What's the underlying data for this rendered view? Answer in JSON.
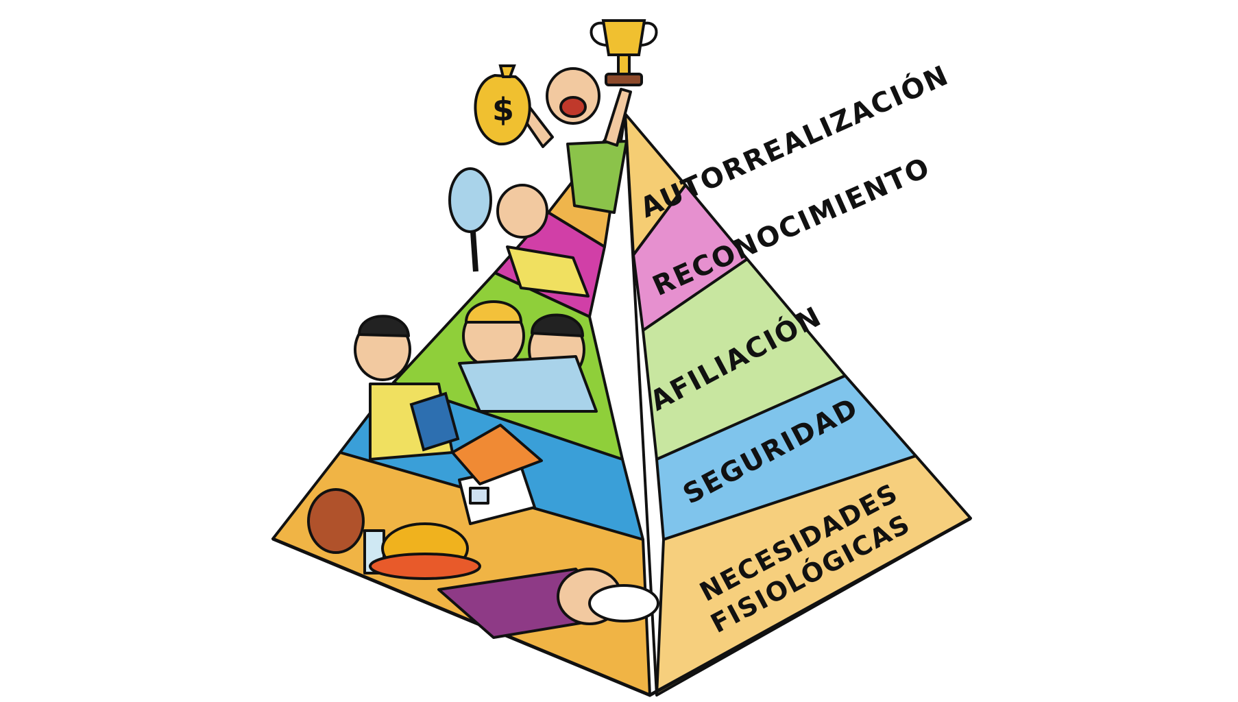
{
  "levels": [
    {
      "label": "AUTORREALIZACIÓN",
      "color_left": "#efb54c",
      "color_right": "#f5cd73"
    },
    {
      "label": "RECONOCIMIENTO",
      "color_left": "#d13fa7",
      "color_right": "#e690cf"
    },
    {
      "label": "AFILIACIÓN",
      "color_left": "#8fcf3a",
      "color_right": "#c8e6a0"
    },
    {
      "label": "SEGURIDAD",
      "color_left": "#3a9fd8",
      "color_right": "#7fc4ec"
    },
    {
      "label_line1": "NECESIDADES",
      "label_line2": "FISIOLÓGICAS",
      "color_left": "#f0b445",
      "color_right": "#f6cf7d"
    }
  ],
  "illustrations": {
    "money_bag_symbol": "$"
  },
  "icons": [
    "money-bag-icon",
    "trophy-icon",
    "mirror-icon",
    "book-icon",
    "house-icon",
    "food-icon",
    "pillow-icon"
  ]
}
